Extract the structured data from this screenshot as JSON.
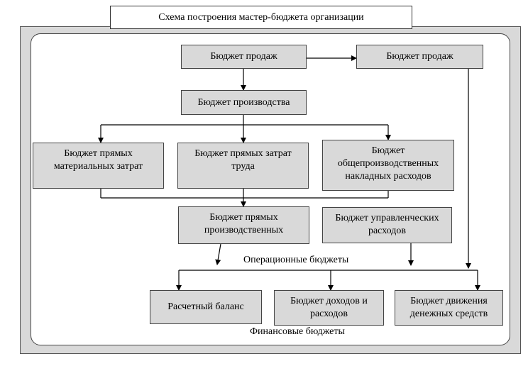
{
  "title": "Схема построения мастер-бюджета организации",
  "boxes": {
    "sales_main": "Бюджет продаж",
    "sales_right": "Бюджет продаж",
    "production": "Бюджет производства",
    "materials": "Бюджет прямых материальных затрат",
    "labor": "Бюджет прямых затрат труда",
    "overhead": "Бюджет общепроизводственных накладных расходов",
    "direct_prod": "Бюджет прямых производственных",
    "admin": "Бюджет управленческих расходов",
    "balance": "Расчетный баланс",
    "income": "Бюджет доходов и расходов",
    "cashflow": "Бюджет движения денежных средств"
  },
  "labels": {
    "operational": "Операционные бюджеты",
    "financial": "Финансовые бюджеты"
  },
  "colors": {
    "box_fill": "#d9d9d9",
    "frame_fill": "#d9d9d9",
    "line": "#000000"
  }
}
